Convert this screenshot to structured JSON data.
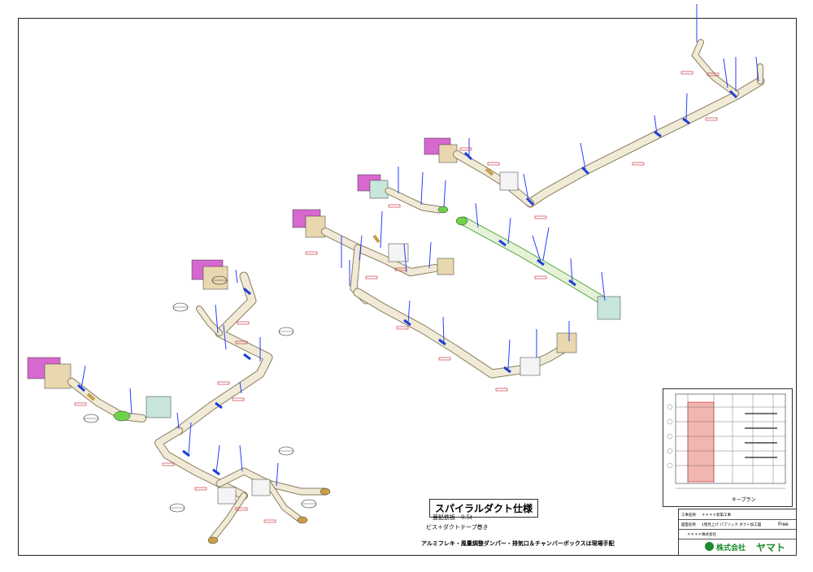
{
  "spec": {
    "title": "スパイラルダクト仕様",
    "line1": "亜鉛鉄板　0.5t",
    "line2": "ビス＋ダクトテープ巻き",
    "line3": "アルミフレキ・風量調整ダンパー・排気口＆チャンバーボックスは現場手配"
  },
  "keyplan": {
    "label": "キープラン"
  },
  "titleblock": {
    "project_label": "工事名称",
    "project_value": "＊＊＊＊新築工事",
    "drawing_label": "図面名称",
    "drawing_value": "1階見上げ パブリック ダクト加工図",
    "scale_value": "Free",
    "client_value": "＊＊＊＊株式会社",
    "logo_text": "株式会社",
    "logo_name": "ヤマト"
  },
  "colors": {
    "duct": "#e8e1c8",
    "duct_line": "#8a7f5e",
    "joint": "#1c3fd6",
    "leader": "#2a3cff",
    "tag": "#c41d2c",
    "flex": "#6fd14b",
    "box_magenta": "#d768d0",
    "box_tan": "#e9d7b0",
    "box_teal": "#c8e6dc",
    "keyplan_hilite": "#f2b6b0"
  }
}
